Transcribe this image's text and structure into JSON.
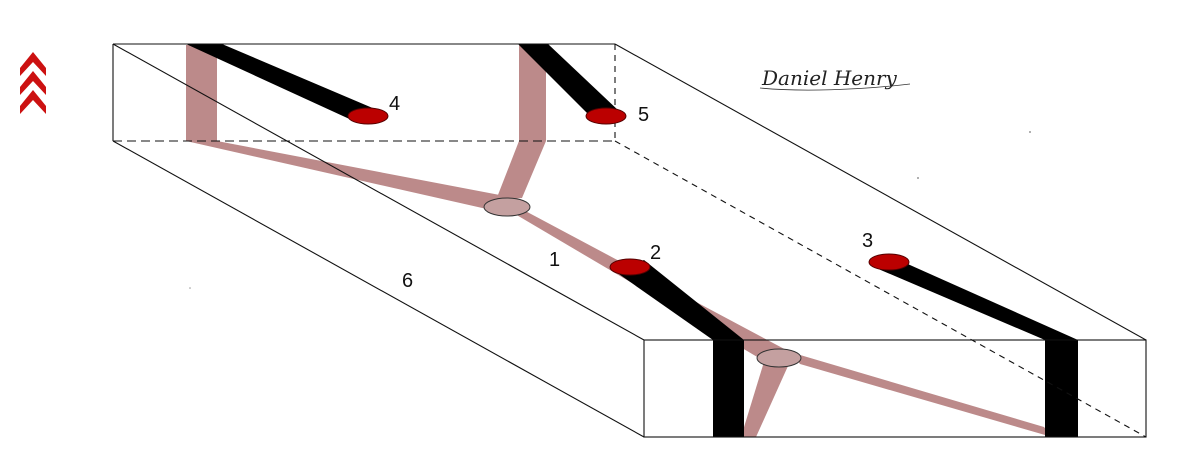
{
  "diagram": {
    "labels": {
      "hole_1": "1",
      "hole_2": "2",
      "hole_3": "3",
      "hole_4": "4",
      "hole_5": "5",
      "box_6": "6"
    },
    "signature": "Daniel Henry",
    "colors": {
      "outline": "#111111",
      "black_tunnel": "#000000",
      "pink_tunnel": "#bc8a8a",
      "hole_fill": "#bb0000",
      "hole_stroke": "#550000",
      "node_fill": "#c4a0a0",
      "chevron": "#cc1111"
    },
    "icons": {
      "chevron": "triple-chevron-up-icon"
    }
  }
}
